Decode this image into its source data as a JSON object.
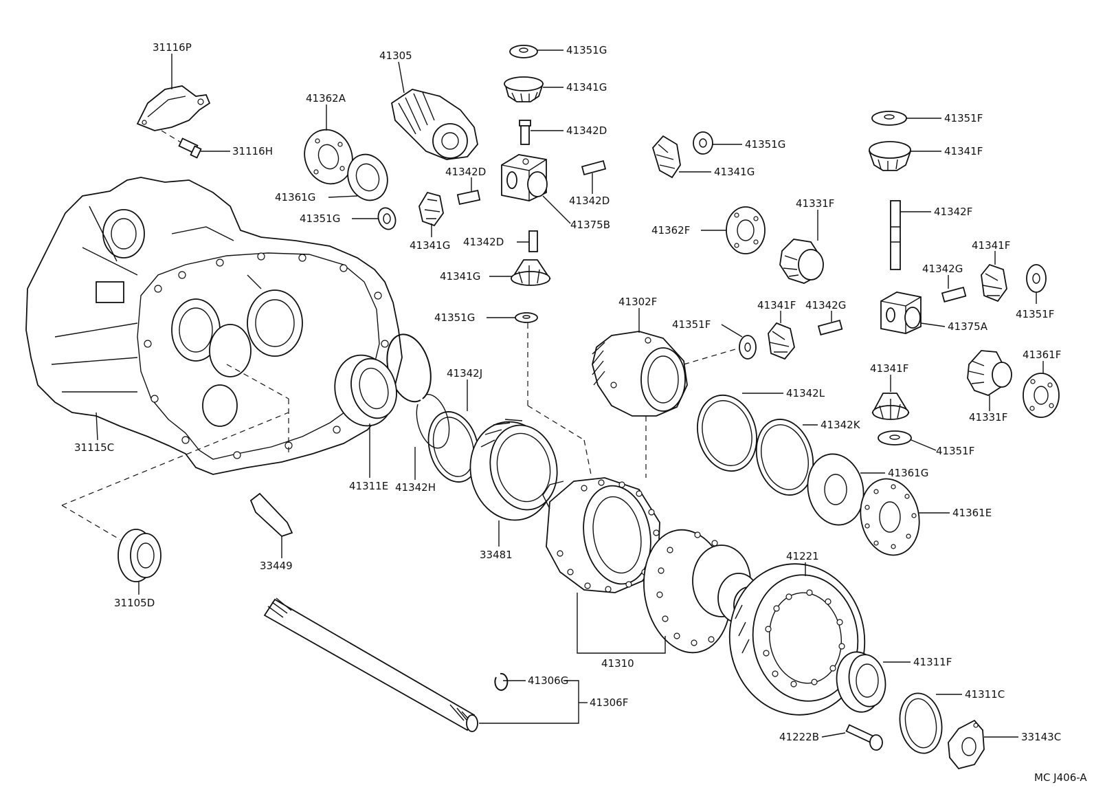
{
  "diagram_code": "MC J406-A",
  "labels": {
    "p31116P": "31116P",
    "p31116H": "31116H",
    "p41305": "41305",
    "p41362A": "41362A",
    "p41361G_a": "41361G",
    "p41351G_a": "41351G",
    "p41351G_top": "41351G",
    "p41341G_top": "41341G",
    "p41342D_top": "41342D",
    "p41342D_left": "41342D",
    "p41342D_right": "41342D",
    "p41342D_mid": "41342D",
    "p41375B": "41375B",
    "p41341G_left": "41341G",
    "p41341G_mid": "41341G",
    "p41351G_mid": "41351G",
    "p41351G_right": "41351G",
    "p41341G_right": "41341G",
    "p41362F": "41362F",
    "p41331F_a": "41331F",
    "p41351F_top": "41351F",
    "p41341F_top": "41341F",
    "p41342F": "41342F",
    "p41341F_r": "41341F",
    "p41342G_r": "41342G",
    "p41351F_r": "41351F",
    "p41375A": "41375A",
    "p41302F": "41302F",
    "p41351F_m": "41351F",
    "p41341F_m": "41341F",
    "p41342G_m": "41342G",
    "p41341F_b": "41341F",
    "p41361F": "41361F",
    "p41331F_b": "41331F",
    "p41351F_b": "41351F",
    "p41342J": "41342J",
    "p41342L": "41342L",
    "p41342K": "41342K",
    "p41361G_b": "41361G",
    "p41361E": "41361E",
    "p31115C": "31115C",
    "p41311E": "41311E",
    "p41342H": "41342H",
    "p33481": "33481",
    "p33449": "33449",
    "p31105D": "31105D",
    "p41221": "41221",
    "p41310": "41310",
    "p41311F": "41311F",
    "p41311C": "41311C",
    "p41222B": "41222B",
    "p33143C": "33143C",
    "p41306G": "41306G",
    "p41306F": "41306F"
  }
}
